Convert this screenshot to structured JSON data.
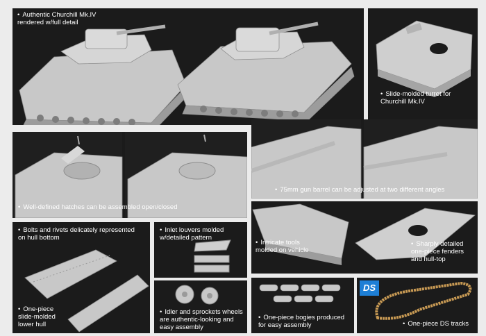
{
  "captions": {
    "authentic": "Authentic Churchill Mk.IV\nrendered w/full detail",
    "turret": "Slide-molded turret for\nChurchill Mk.IV",
    "hatches": "Well-defined hatches can be assembled open/closed",
    "barrel": "75mm gun barrel can be adjusted at two different angles",
    "bolts": "Bolts and rivets delicately represented\non hull bottom",
    "lower_hull": "One-piece\nslide-molded\nlower hull",
    "louvers": "Inlet louvers molded\nw/detailed pattern",
    "tools": "Intricate tools\nmolded on vehicle",
    "fenders": "Sharply detailed\none-piece fenders\nand hull-top",
    "wheels": "Idler and sprockets wheels\nare authentic-looking and\neasy assembly",
    "bogies": "One-piece bogies produced\nfor easy assembly",
    "ds_tracks": "One-piece DS tracks"
  },
  "logo": {
    "text": "DS",
    "color": "#1e7fd6"
  },
  "colors": {
    "panel": "#1b1b1b",
    "border": "#ececec",
    "model": "#c9c9c9",
    "track_gold": "#c89a54"
  }
}
